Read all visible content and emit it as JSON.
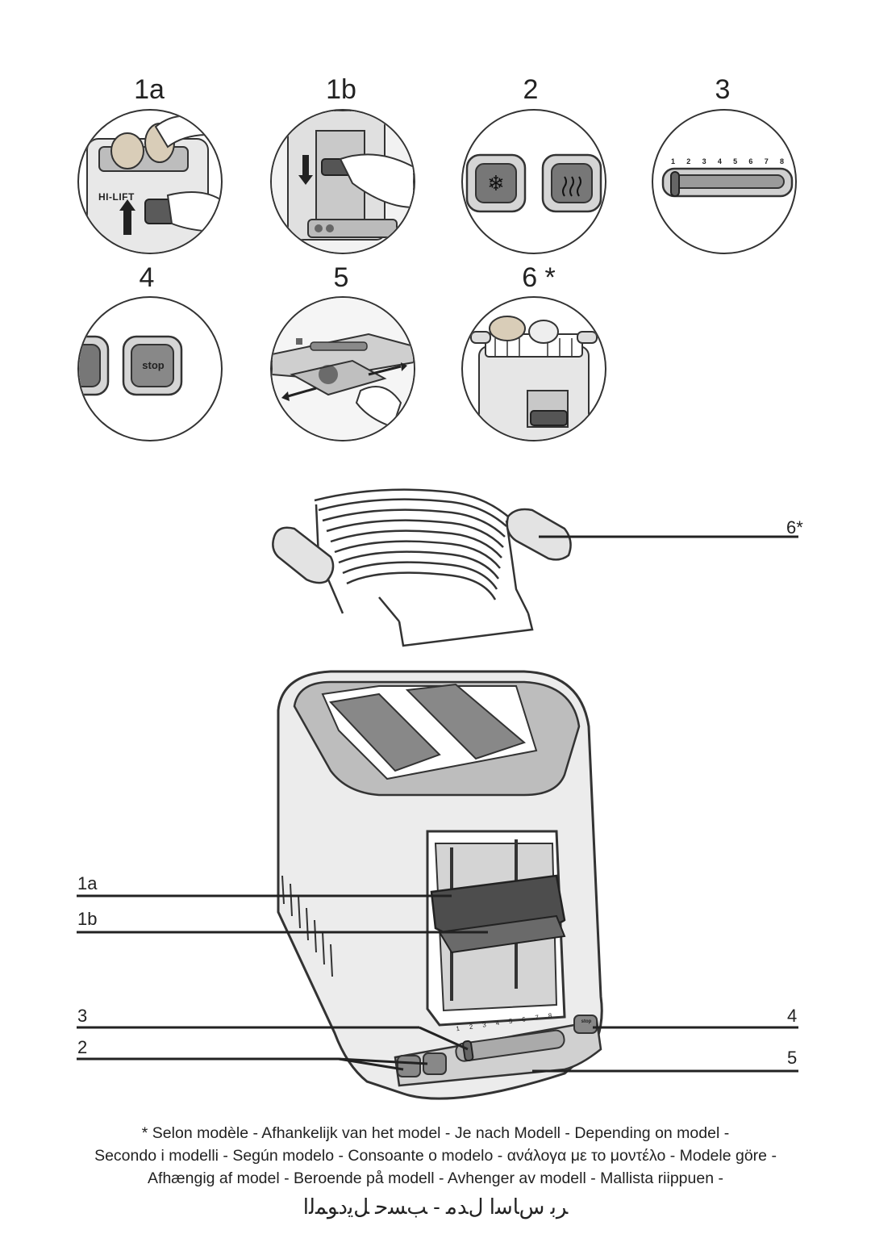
{
  "steps": [
    {
      "label": "1a",
      "text": "HI-LIFT"
    },
    {
      "label": "1b"
    },
    {
      "label": "2"
    },
    {
      "label": "3",
      "scale": [
        "1",
        "2",
        "3",
        "4",
        "5",
        "6",
        "7",
        "8"
      ]
    },
    {
      "label": "4",
      "text": "stop"
    },
    {
      "label": "5"
    },
    {
      "label": "6 *"
    }
  ],
  "callouts": {
    "rack": "6*",
    "lift_1a": "1a",
    "lift_1b": "1b",
    "scale_3": "3",
    "defrost_2": "2",
    "stop_4": "4",
    "tray_5": "5"
  },
  "toaster_scale": [
    "1",
    "2",
    "3",
    "4",
    "5",
    "6",
    "7",
    "8"
  ],
  "toaster_stop": "stop",
  "footer": {
    "line1": "* Selon modèle - Afhankelijk van het model - Je nach Modell - Depending on model -",
    "line2": "Secondo i modelli - Según modelo - Consoante o modelo - ανάλογα με το μοντέλο - Modele göre -",
    "line3": "Afhængig af model - Beroende på modell - Avhenger av modell - Mallista riippuen -",
    "line4": "ﺮﺑ ﺱﺎﺳﺍ ﻝﺪﻣ - ﺐﺴﺣ ﻞﻳﺩﻮﻤﻟﺍ"
  }
}
